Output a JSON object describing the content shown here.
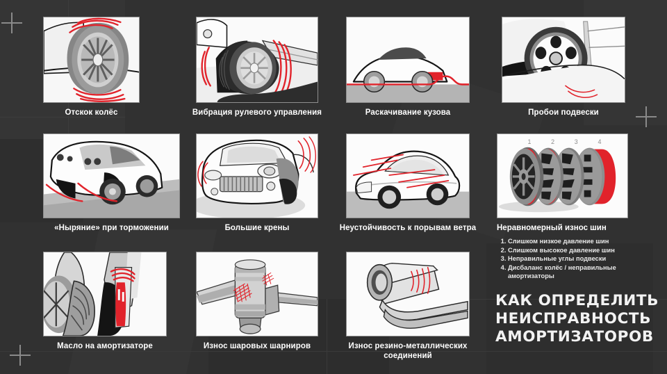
{
  "poster": {
    "background_color": "#313131",
    "accent_color": "#e1232b",
    "headline": "Как определить неисправность амортизаторов"
  },
  "cards": [
    {
      "id": "wheel-bounce",
      "caption": "Отскок колёс",
      "illustration": "wheel-close-up-with-red-bounce-arcs"
    },
    {
      "id": "steering-vibration",
      "caption": "Вибрация рулевого управления",
      "illustration": "front-wheel-with-red-vibration-waves"
    },
    {
      "id": "body-sway",
      "caption": "Раскачивание кузова",
      "illustration": "car-side-view-over-wavy-red-road-line"
    },
    {
      "id": "suspension-bottoming",
      "caption": "Пробои подвески",
      "illustration": "wheel-with-red-impact-arc-below"
    },
    {
      "id": "brake-dive",
      "caption": "«Ныряние» при торможении",
      "illustration": "car-nose-diving-with-red-arcs"
    },
    {
      "id": "body-roll",
      "caption": "Большие крены",
      "illustration": "car-front-leaning-with-red-waves"
    },
    {
      "id": "wind-instability",
      "caption": "Неустойчивость к порывам ветра",
      "illustration": "car-with-red-wind-streak-lines"
    },
    {
      "id": "uneven-tyre-wear",
      "caption": "Неравномерный износ шин",
      "illustration": "four-tyres-with-red-wear-patterns"
    },
    {
      "id": "shock-oil-leak",
      "caption": "Масло на амортизаторе",
      "illustration": "shock-absorber-leaking-red-oil"
    },
    {
      "id": "ball-joint-wear",
      "caption": "Износ шаровых шарниров",
      "illustration": "ball-joint-arm-with-red-marks"
    },
    {
      "id": "bushing-wear",
      "caption": "Износ резино-металлических соединений",
      "illustration": "rubber-metal-bushing-with-red-waves"
    }
  ],
  "tyre_wear_list": {
    "items": [
      "Слишком низкое давление шин",
      "Слишком высокое давление шин",
      "Неправильные углы подвески",
      "Дисбаланс колёс / неправильные амортизаторы"
    ],
    "tyre_numbers": [
      "1",
      "2",
      "3",
      "4"
    ]
  },
  "headline_lines": [
    "Как определить",
    "Неисправность",
    "Амортизаторов"
  ]
}
